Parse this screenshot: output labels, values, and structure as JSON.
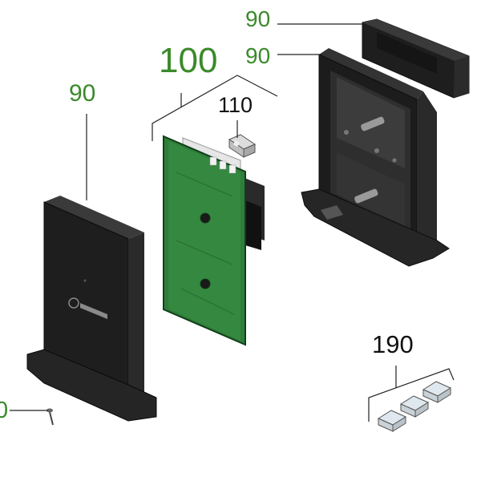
{
  "labels": {
    "top_cut": "90",
    "top_right": "90",
    "main": "100",
    "cover": "90",
    "fuse": "110",
    "feet": "190",
    "bottom_left": "0"
  },
  "colors": {
    "label_green": "#3a8a2a",
    "label_black": "#111111",
    "board_green": "#2f7d3a",
    "housing_dark": "#1f1f1f",
    "line": "#222222"
  },
  "icons": {
    "brand_logo": "logo-mark"
  }
}
